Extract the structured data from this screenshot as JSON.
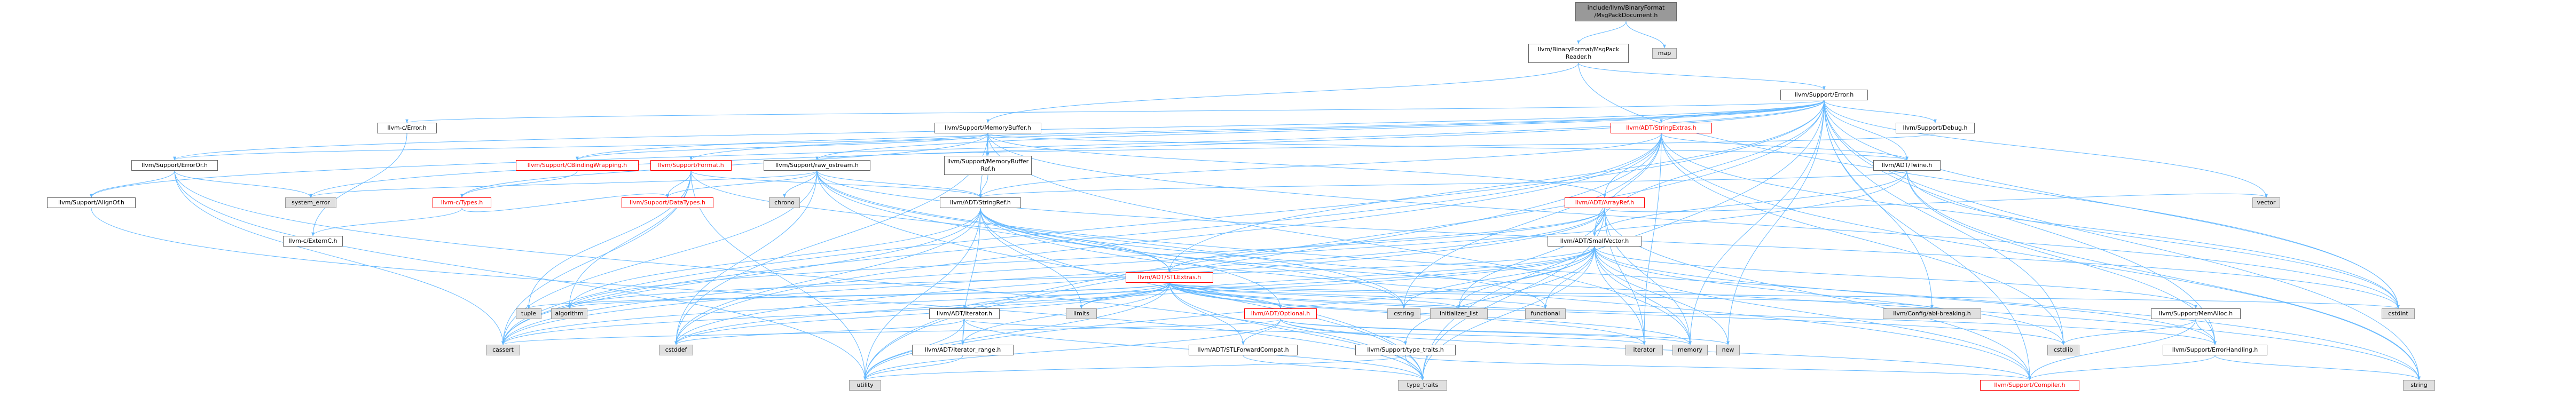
{
  "nodes": [
    {
      "id": "root",
      "label": "include/llvm/BinaryFormat\n/MsgPackDocument.h",
      "kind": "root"
    },
    {
      "id": "reader",
      "label": "llvm/BinaryFormat/MsgPack\nReader.h",
      "kind": "blk"
    },
    {
      "id": "map",
      "label": "map",
      "kind": "sys"
    },
    {
      "id": "error",
      "label": "llvm/Support/Error.h",
      "kind": "blk"
    },
    {
      "id": "cerror",
      "label": "llvm-c/Error.h",
      "kind": "blk"
    },
    {
      "id": "membuf",
      "label": "llvm/Support/MemoryBuffer.h",
      "kind": "blk"
    },
    {
      "id": "strextras",
      "label": "llvm/ADT/StringExtras.h",
      "kind": "red"
    },
    {
      "id": "debug",
      "label": "llvm/Support/Debug.h",
      "kind": "blk"
    },
    {
      "id": "erroror",
      "label": "llvm/Support/ErrorOr.h",
      "kind": "blk"
    },
    {
      "id": "cbinding",
      "label": "llvm/Support/CBindingWrapping.h",
      "kind": "red"
    },
    {
      "id": "format",
      "label": "llvm/Support/Format.h",
      "kind": "red"
    },
    {
      "id": "rawostream",
      "label": "llvm/Support/raw_ostream.h",
      "kind": "blk"
    },
    {
      "id": "membufref",
      "label": "llvm/Support/MemoryBuffer\nRef.h",
      "kind": "blk"
    },
    {
      "id": "twine",
      "label": "llvm/ADT/Twine.h",
      "kind": "blk"
    },
    {
      "id": "arrayref",
      "label": "llvm/ADT/ArrayRef.h",
      "kind": "red"
    },
    {
      "id": "alignof",
      "label": "llvm/Support/AlignOf.h",
      "kind": "blk"
    },
    {
      "id": "systemerror",
      "label": "system_error",
      "kind": "sys"
    },
    {
      "id": "ctypes",
      "label": "llvm-c/Types.h",
      "kind": "red"
    },
    {
      "id": "datatypes",
      "label": "llvm/Support/DataTypes.h",
      "kind": "red"
    },
    {
      "id": "chrono",
      "label": "chrono",
      "kind": "sys"
    },
    {
      "id": "stringref",
      "label": "llvm/ADT/StringRef.h",
      "kind": "blk"
    },
    {
      "id": "smallvector",
      "label": "llvm/ADT/SmallVector.h",
      "kind": "blk"
    },
    {
      "id": "vector",
      "label": "vector",
      "kind": "sys"
    },
    {
      "id": "externc",
      "label": "llvm-c/ExternC.h",
      "kind": "blk"
    },
    {
      "id": "stlextras",
      "label": "llvm/ADT/STLExtras.h",
      "kind": "red"
    },
    {
      "id": "tuple",
      "label": "tuple",
      "kind": "sys"
    },
    {
      "id": "algorithm",
      "label": "algorithm",
      "kind": "sys"
    },
    {
      "id": "limits",
      "label": "limits",
      "kind": "sys"
    },
    {
      "id": "cstring",
      "label": "cstring",
      "kind": "sys"
    },
    {
      "id": "initlist",
      "label": "initializer_list",
      "kind": "sys"
    },
    {
      "id": "functional",
      "label": "functional",
      "kind": "sys"
    },
    {
      "id": "configbreak",
      "label": "llvm/Config/abi-breaking.h",
      "kind": "sys"
    },
    {
      "id": "cstdint",
      "label": "cstdint",
      "kind": "sys"
    },
    {
      "id": "memalloc",
      "label": "llvm/Support/MemAlloc.h",
      "kind": "blk"
    },
    {
      "id": "iterator",
      "label": "llvm/ADT/iterator.h",
      "kind": "blk"
    },
    {
      "id": "optional",
      "label": "llvm/ADT/Optional.h",
      "kind": "red"
    },
    {
      "id": "cassert",
      "label": "cassert",
      "kind": "sys"
    },
    {
      "id": "cstddef",
      "label": "cstddef",
      "kind": "sys"
    },
    {
      "id": "iterrange",
      "label": "llvm/ADT/iterator_range.h",
      "kind": "blk"
    },
    {
      "id": "stlfwd",
      "label": "llvm/ADT/STLForwardCompat.h",
      "kind": "blk"
    },
    {
      "id": "typetraitsllvm",
      "label": "llvm/Support/type_traits.h",
      "kind": "blk"
    },
    {
      "id": "iteratorstd",
      "label": "iterator",
      "kind": "sys"
    },
    {
      "id": "memory",
      "label": "memory",
      "kind": "sys"
    },
    {
      "id": "new",
      "label": "new",
      "kind": "sys"
    },
    {
      "id": "cstdlib",
      "label": "cstdlib",
      "kind": "sys"
    },
    {
      "id": "errhandling",
      "label": "llvm/Support/ErrorHandling.h",
      "kind": "blk"
    },
    {
      "id": "utility",
      "label": "utility",
      "kind": "sys"
    },
    {
      "id": "typetraits",
      "label": "type_traits",
      "kind": "sys"
    },
    {
      "id": "compiler",
      "label": "llvm/Support/Compiler.h",
      "kind": "red"
    },
    {
      "id": "string",
      "label": "string",
      "kind": "sys"
    }
  ],
  "edges": [
    [
      "root",
      "reader"
    ],
    [
      "root",
      "map"
    ],
    [
      "reader",
      "error"
    ],
    [
      "reader",
      "membuf"
    ],
    [
      "reader",
      "cstdint"
    ],
    [
      "error",
      "cerror"
    ],
    [
      "error",
      "strextras"
    ],
    [
      "error",
      "debug"
    ],
    [
      "error",
      "erroror"
    ],
    [
      "error",
      "cbinding"
    ],
    [
      "error",
      "format"
    ],
    [
      "error",
      "rawostream"
    ],
    [
      "error",
      "twine"
    ],
    [
      "error",
      "alignof"
    ],
    [
      "error",
      "systemerror"
    ],
    [
      "error",
      "stlextras"
    ],
    [
      "error",
      "smallvector"
    ],
    [
      "error",
      "cassert"
    ],
    [
      "error",
      "cstdint"
    ],
    [
      "error",
      "memory"
    ],
    [
      "error",
      "new"
    ],
    [
      "error",
      "cstdlib"
    ],
    [
      "error",
      "errhandling"
    ],
    [
      "error",
      "utility"
    ],
    [
      "error",
      "typetraits"
    ],
    [
      "error",
      "compiler"
    ],
    [
      "error",
      "string"
    ],
    [
      "error",
      "vector"
    ],
    [
      "error",
      "configbreak"
    ],
    [
      "cerror",
      "externc"
    ],
    [
      "membuf",
      "cbinding"
    ],
    [
      "membuf",
      "ctypes"
    ],
    [
      "membuf",
      "membufref"
    ],
    [
      "membuf",
      "twine"
    ],
    [
      "membuf",
      "arrayref"
    ],
    [
      "membuf",
      "stringref"
    ],
    [
      "membuf",
      "erroror"
    ],
    [
      "membuf",
      "cstddef"
    ],
    [
      "membuf",
      "cstdint"
    ],
    [
      "membuf",
      "memory"
    ],
    [
      "strextras",
      "arrayref"
    ],
    [
      "strextras",
      "smallvector"
    ],
    [
      "strextras",
      "stringref"
    ],
    [
      "strextras",
      "twine"
    ],
    [
      "strextras",
      "iteratorstd"
    ],
    [
      "strextras",
      "cstdint"
    ],
    [
      "strextras",
      "cstring"
    ],
    [
      "strextras",
      "string"
    ],
    [
      "strextras",
      "utility"
    ],
    [
      "strextras",
      "cassert"
    ],
    [
      "strextras",
      "cstddef"
    ],
    [
      "strextras",
      "cstdlib"
    ],
    [
      "debug",
      "rawostream"
    ],
    [
      "erroror",
      "alignof"
    ],
    [
      "erroror",
      "systemerror"
    ],
    [
      "erroror",
      "cassert"
    ],
    [
      "erroror",
      "typetraits"
    ],
    [
      "erroror",
      "utility"
    ],
    [
      "cbinding",
      "ctypes"
    ],
    [
      "format",
      "stlextras"
    ],
    [
      "format",
      "stringref"
    ],
    [
      "format",
      "datatypes"
    ],
    [
      "format",
      "algorithm"
    ],
    [
      "format",
      "cassert"
    ],
    [
      "format",
      "cstdio"
    ],
    [
      "format",
      "tuple"
    ],
    [
      "format",
      "utility"
    ],
    [
      "rawostream",
      "stringref"
    ],
    [
      "rawostream",
      "datatypes"
    ],
    [
      "rawostream",
      "chrono"
    ],
    [
      "rawostream",
      "systemerror"
    ],
    [
      "rawostream",
      "cassert"
    ],
    [
      "rawostream",
      "cstddef"
    ],
    [
      "rawostream",
      "cstdint"
    ],
    [
      "rawostream",
      "cstring"
    ],
    [
      "rawostream",
      "string"
    ],
    [
      "rawostream",
      "typetraits"
    ],
    [
      "rawostream",
      "optional"
    ],
    [
      "membufref",
      "stringref"
    ],
    [
      "twine",
      "smallvector"
    ],
    [
      "twine",
      "stringref"
    ],
    [
      "twine",
      "errhandling"
    ],
    [
      "twine",
      "cassert"
    ],
    [
      "twine",
      "cstdint"
    ],
    [
      "twine",
      "string"
    ],
    [
      "arrayref",
      "smallvector"
    ],
    [
      "arrayref",
      "stlextras"
    ],
    [
      "arrayref",
      "compiler"
    ],
    [
      "arrayref",
      "algorithm"
    ],
    [
      "arrayref",
      "array"
    ],
    [
      "arrayref",
      "cassert"
    ],
    [
      "arrayref",
      "cstddef"
    ],
    [
      "arrayref",
      "initlist"
    ],
    [
      "arrayref",
      "iteratorstd"
    ],
    [
      "arrayref",
      "memory"
    ],
    [
      "arrayref",
      "typetraits"
    ],
    [
      "arrayref",
      "vector"
    ],
    [
      "alignof",
      "typetraits"
    ],
    [
      "ctypes",
      "datatypes"
    ],
    [
      "ctypes",
      "externc"
    ],
    [
      "stringref",
      "stlextras"
    ],
    [
      "stringref",
      "compiler"
    ],
    [
      "stringref",
      "algorithm"
    ],
    [
      "stringref",
      "cassert"
    ],
    [
      "stringref",
      "cstddef"
    ],
    [
      "stringref",
      "cstring"
    ],
    [
      "stringref",
      "functional"
    ],
    [
      "stringref",
      "limits"
    ],
    [
      "stringref",
      "string"
    ],
    [
      "stringref",
      "typetraits"
    ],
    [
      "stringref",
      "utility"
    ],
    [
      "stringref",
      "iterrange"
    ],
    [
      "smallvector",
      "compiler"
    ],
    [
      "smallvector",
      "typetraitsllvm"
    ],
    [
      "smallvector",
      "algorithm"
    ],
    [
      "smallvector",
      "cassert"
    ],
    [
      "smallvector",
      "cstddef"
    ],
    [
      "smallvector",
      "cstdlib"
    ],
    [
      "smallvector",
      "cstring"
    ],
    [
      "smallvector",
      "functional"
    ],
    [
      "smallvector",
      "initlist"
    ],
    [
      "smallvector",
      "iteratorstd"
    ],
    [
      "smallvector",
      "limits"
    ],
    [
      "smallvector",
      "memory"
    ],
    [
      "smallvector",
      "new"
    ],
    [
      "smallvector",
      "typetraits"
    ],
    [
      "smallvector",
      "utility"
    ],
    [
      "smallvector",
      "errhandling"
    ],
    [
      "smallvector",
      "memalloc"
    ],
    [
      "stlextras",
      "configbreak"
    ],
    [
      "stlextras",
      "optional"
    ],
    [
      "stlextras",
      "stlfwd"
    ],
    [
      "stlextras",
      "iterator"
    ],
    [
      "stlextras",
      "iterrange"
    ],
    [
      "stlextras",
      "errhandling"
    ],
    [
      "stlextras",
      "algorithm"
    ],
    [
      "stlextras",
      "cassert"
    ],
    [
      "stlextras",
      "cstddef"
    ],
    [
      "stlextras",
      "cstdint"
    ],
    [
      "stlextras",
      "cstdlib"
    ],
    [
      "stlextras",
      "functional"
    ],
    [
      "stlextras",
      "initlist"
    ],
    [
      "stlextras",
      "iteratorstd"
    ],
    [
      "stlextras",
      "limits"
    ],
    [
      "stlextras",
      "memory"
    ],
    [
      "stlextras",
      "tuple"
    ],
    [
      "stlextras",
      "typetraits"
    ],
    [
      "stlextras",
      "utility"
    ],
    [
      "memalloc",
      "compiler"
    ],
    [
      "memalloc",
      "errhandling"
    ],
    [
      "memalloc",
      "cstdlib"
    ],
    [
      "iterator",
      "iterrange"
    ],
    [
      "iterator",
      "cstddef"
    ],
    [
      "iterator",
      "iteratorstd"
    ],
    [
      "iterator",
      "typetraits"
    ],
    [
      "iterator",
      "utility"
    ],
    [
      "optional",
      "compiler"
    ],
    [
      "optional",
      "typetraitsllvm"
    ],
    [
      "optional",
      "stlfwd"
    ],
    [
      "optional",
      "cassert"
    ],
    [
      "optional",
      "memory"
    ],
    [
      "optional",
      "new"
    ],
    [
      "optional",
      "utility"
    ],
    [
      "iterrange",
      "utility"
    ],
    [
      "stlfwd",
      "typetraits"
    ],
    [
      "typetraitsllvm",
      "compiler"
    ],
    [
      "typetraitsllvm",
      "typetraits"
    ],
    [
      "typetraitsllvm",
      "utility"
    ],
    [
      "errhandling",
      "compiler"
    ],
    [
      "errhandling",
      "string"
    ]
  ]
}
